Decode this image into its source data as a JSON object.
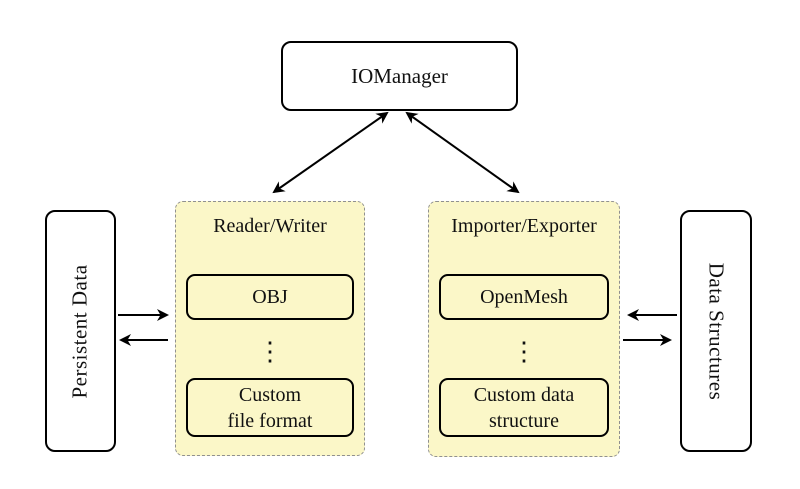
{
  "diagram": {
    "nodes": {
      "iomanager": {
        "label": "IOManager"
      },
      "persistent_data": {
        "label": "Persistent Data"
      },
      "data_structures": {
        "label": "Data Structures"
      },
      "reader_writer": {
        "title": "Reader/Writer",
        "ellipsis": "⋮",
        "items": [
          {
            "label": "OBJ"
          },
          {
            "label": "Custom\nfile format"
          }
        ]
      },
      "importer_exporter": {
        "title": "Importer/Exporter",
        "ellipsis": "⋮",
        "items": [
          {
            "label": "OpenMesh"
          },
          {
            "label": "Custom data\nstructure"
          }
        ]
      }
    },
    "edges": [
      {
        "from": "IOManager",
        "to": "Reader/Writer",
        "bidirectional": true
      },
      {
        "from": "IOManager",
        "to": "Importer/Exporter",
        "bidirectional": true
      },
      {
        "from": "Persistent Data",
        "to": "Reader/Writer",
        "bidirectional": false
      },
      {
        "from": "Reader/Writer",
        "to": "Persistent Data",
        "bidirectional": false
      },
      {
        "from": "Data Structures",
        "to": "Importer/Exporter",
        "bidirectional": false
      },
      {
        "from": "Importer/Exporter",
        "to": "Data Structures",
        "bidirectional": false
      }
    ],
    "colors": {
      "background": "#ffffff",
      "panel_fill": "#fbf7c8",
      "panel_border": "#909090",
      "node_border": "#000000",
      "node_fill": "#ffffff",
      "text": "#111111",
      "arrow": "#000000"
    }
  }
}
